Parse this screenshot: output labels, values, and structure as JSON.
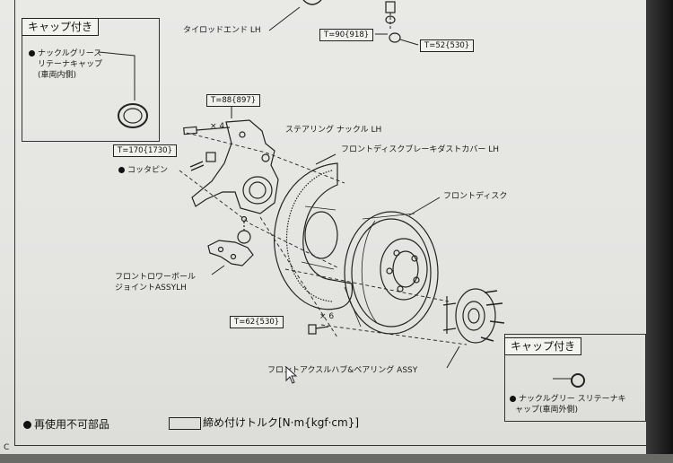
{
  "labels": {
    "tie_rod_end": "タイロッドエンド LH",
    "steering_knuckle": "ステアリング ナックル LH",
    "dust_cover": "フロントディスクブレーキダストカバー LH",
    "front_disc": "フロントディスク",
    "cotter_pin": "コッタピン",
    "lower_ball_joint_1": "フロントロワーボール",
    "lower_ball_joint_2": "ジョイントASSYLH",
    "axle_hub": "フロントアクスルハブ&ベアリング ASSY"
  },
  "torques": {
    "t1": "T=90{918}",
    "t2": "T=52{530}",
    "t3": "T=88{897}",
    "t4": "T=170{1730}",
    "t5": "T=62{530}"
  },
  "counts": {
    "x4": "× 4",
    "x6": "× 6"
  },
  "box_left": {
    "title": "キャップ付き",
    "line1": "ナックルグリース",
    "line2": "リテーナキャップ",
    "line3": "(車両内側)"
  },
  "box_right": {
    "title": "キャップ付き",
    "line1": "ナックルグリー スリテーナキ",
    "line2": "ャップ(車両外側)"
  },
  "legend": {
    "non_reusable": "再使用不可部品",
    "torque": "締め付けトルク[N·m{kgf·cm}]"
  },
  "corner_mark": "C"
}
